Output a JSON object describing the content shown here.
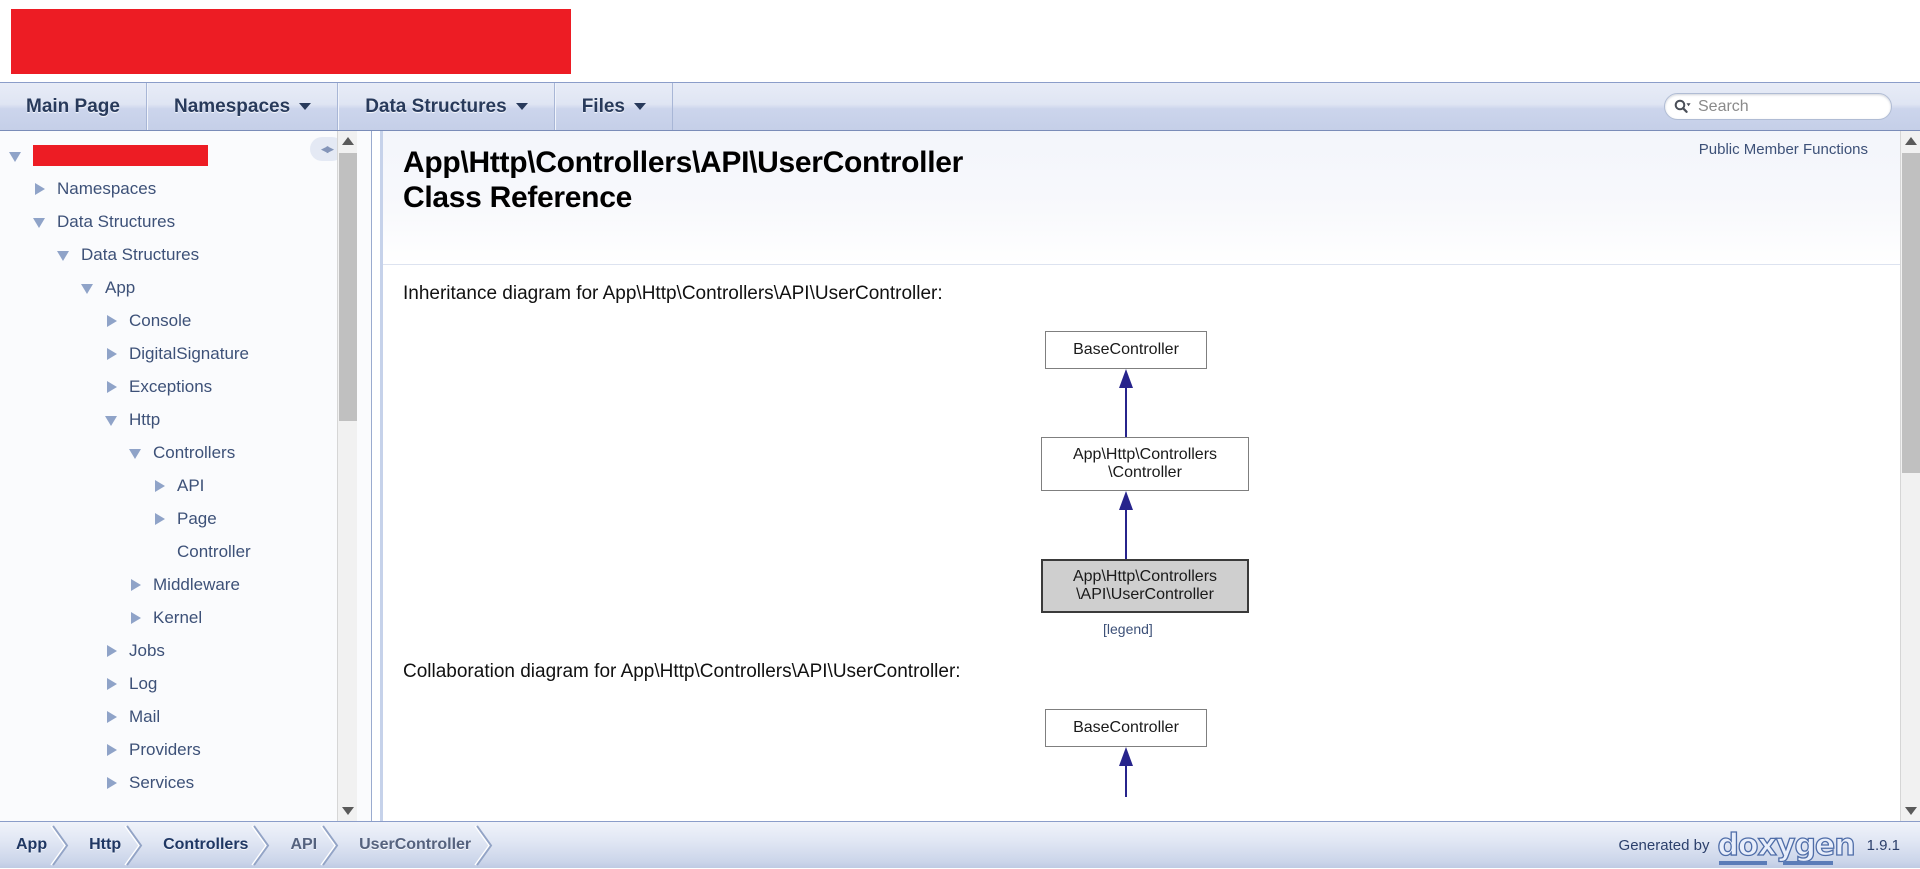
{
  "banner": {
    "redacted": true,
    "color": "#ED1C24"
  },
  "nav": {
    "tabs": [
      {
        "label": "Main Page",
        "has_dropdown": false,
        "name": "tab-main-page"
      },
      {
        "label": "Namespaces",
        "has_dropdown": true,
        "name": "tab-namespaces"
      },
      {
        "label": "Data Structures",
        "has_dropdown": true,
        "name": "tab-data-structures"
      },
      {
        "label": "Files",
        "has_dropdown": true,
        "name": "tab-files"
      }
    ]
  },
  "search": {
    "placeholder": "Search",
    "value": "",
    "icon": "search-icon"
  },
  "sidebar": {
    "handle_glyph": "◂▸",
    "items": [
      {
        "label": "",
        "redacted": true,
        "indent": 0,
        "state": "open"
      },
      {
        "label": "Namespaces",
        "indent": 1,
        "state": "closed"
      },
      {
        "label": "Data Structures",
        "indent": 1,
        "state": "open"
      },
      {
        "label": "Data Structures",
        "indent": 2,
        "state": "open"
      },
      {
        "label": "App",
        "indent": 3,
        "state": "open"
      },
      {
        "label": "Console",
        "indent": 4,
        "state": "closed"
      },
      {
        "label": "DigitalSignature",
        "indent": 4,
        "state": "closed"
      },
      {
        "label": "Exceptions",
        "indent": 4,
        "state": "closed"
      },
      {
        "label": "Http",
        "indent": 4,
        "state": "open"
      },
      {
        "label": "Controllers",
        "indent": 5,
        "state": "open"
      },
      {
        "label": "API",
        "indent": 6,
        "state": "closed"
      },
      {
        "label": "Page",
        "indent": 6,
        "state": "closed"
      },
      {
        "label": "Controller",
        "indent": 6,
        "state": "leaf"
      },
      {
        "label": "Middleware",
        "indent": 5,
        "state": "closed"
      },
      {
        "label": "Kernel",
        "indent": 5,
        "state": "closed"
      },
      {
        "label": "Jobs",
        "indent": 4,
        "state": "closed"
      },
      {
        "label": "Log",
        "indent": 4,
        "state": "closed"
      },
      {
        "label": "Mail",
        "indent": 4,
        "state": "closed"
      },
      {
        "label": "Providers",
        "indent": 4,
        "state": "closed"
      },
      {
        "label": "Services",
        "indent": 4,
        "state": "closed"
      }
    ]
  },
  "main": {
    "summary_link": "Public Member Functions",
    "title_line1": "App\\Http\\Controllers\\API\\UserController",
    "title_line2": "Class Reference",
    "inheritance_caption": "Inheritance diagram for App\\Http\\Controllers\\API\\UserController:",
    "collaboration_caption": "Collaboration diagram for App\\Http\\Controllers\\API\\UserController:",
    "legend_label": "[legend]",
    "inheritance_graph": {
      "nodes": [
        {
          "id": "base",
          "label": "BaseController",
          "highlight": false
        },
        {
          "id": "ctrl",
          "label": "App\\Http\\Controllers\n\\Controller",
          "highlight": false
        },
        {
          "id": "user",
          "label": "App\\Http\\Controllers\n\\API\\UserController",
          "highlight": true
        }
      ],
      "edges": [
        {
          "from": "ctrl",
          "to": "base"
        },
        {
          "from": "user",
          "to": "ctrl"
        }
      ],
      "arrow_color": "#27248c"
    },
    "collaboration_graph": {
      "nodes": [
        {
          "id": "base2",
          "label": "BaseController",
          "highlight": false
        }
      ],
      "arrow_color": "#27248c"
    }
  },
  "footer": {
    "breadcrumbs": [
      {
        "label": "App",
        "dim": false
      },
      {
        "label": "Http",
        "dim": false
      },
      {
        "label": "Controllers",
        "dim": false
      },
      {
        "label": "API",
        "dim": true
      },
      {
        "label": "UserController",
        "dim": true
      }
    ],
    "generated_by": "Generated by",
    "doxygen_word": "doxygen",
    "doxygen_version": "1.9.1"
  }
}
